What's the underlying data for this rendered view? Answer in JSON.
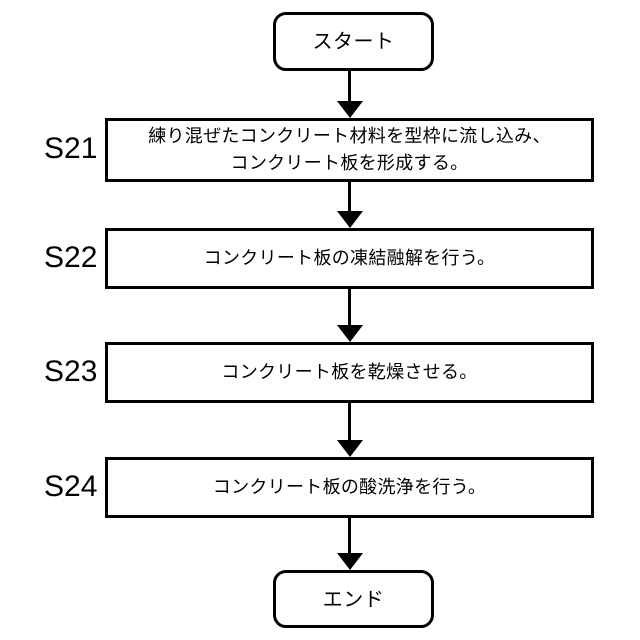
{
  "diagram": {
    "title_text": "",
    "background_color": "#ffffff",
    "line_color": "#000000",
    "nodes": [
      {
        "id": "start",
        "shape": "terminal",
        "label": "スタート",
        "step": ""
      },
      {
        "id": "s21",
        "shape": "process",
        "label": "練り混ぜたコンクリート材料を型枠に流し込み、\nコンクリート板を形成する。",
        "step": "S21"
      },
      {
        "id": "s22",
        "shape": "process",
        "label": "コンクリート板の凍結融解を行う。",
        "step": "S22"
      },
      {
        "id": "s23",
        "shape": "process",
        "label": "コンクリート板を乾燥させる。",
        "step": "S23"
      },
      {
        "id": "s24",
        "shape": "process",
        "label": "コンクリート板の酸洗浄を行う。",
        "step": "S24"
      },
      {
        "id": "end",
        "shape": "terminal",
        "label": "エンド",
        "step": ""
      }
    ],
    "connectors": [
      {
        "id": "start-to-s21",
        "from": "start",
        "to": "s21"
      },
      {
        "id": "s21-to-s22",
        "from": "s21",
        "to": "s22"
      },
      {
        "id": "s22-to-s23",
        "from": "s22",
        "to": "s23"
      },
      {
        "id": "s23-to-s24",
        "from": "s23",
        "to": "s24"
      },
      {
        "id": "s24-to-end",
        "from": "s24",
        "to": "end"
      }
    ]
  }
}
